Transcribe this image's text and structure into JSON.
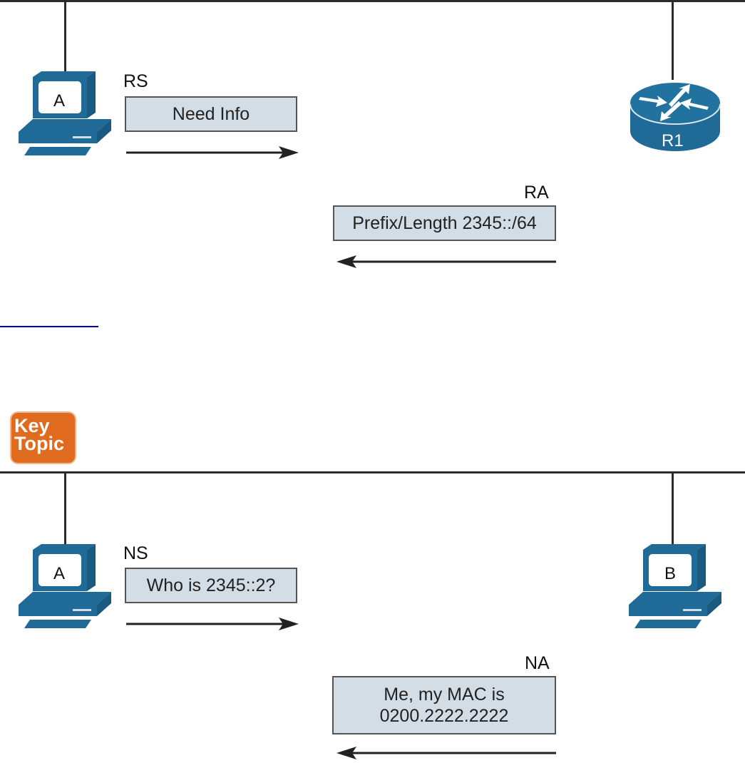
{
  "figure1": {
    "host": {
      "label": "A",
      "icon": "pc-icon"
    },
    "router": {
      "label": "R1",
      "icon": "router-icon"
    },
    "request": {
      "type": "RS",
      "text": "Need Info",
      "direction": "right"
    },
    "reply": {
      "type": "RA",
      "text": "Prefix/Length 2345::/64",
      "direction": "left"
    }
  },
  "separator_link": {
    "color": "#0000c0"
  },
  "key_topic": {
    "line1": "Key",
    "line2": "Topic",
    "color": "#e06b1f"
  },
  "figure2": {
    "host_a": {
      "label": "A",
      "icon": "pc-icon"
    },
    "host_b": {
      "label": "B",
      "icon": "pc-icon"
    },
    "request": {
      "type": "NS",
      "text": "Who is 2345::2?",
      "direction": "right"
    },
    "reply": {
      "type": "NA",
      "line1": "Me, my MAC is",
      "line2": "0200.2222.2222",
      "direction": "left"
    }
  },
  "colors": {
    "device": "#1f6a96",
    "message_fill": "#d3dde6",
    "line": "#2b2b2b"
  }
}
